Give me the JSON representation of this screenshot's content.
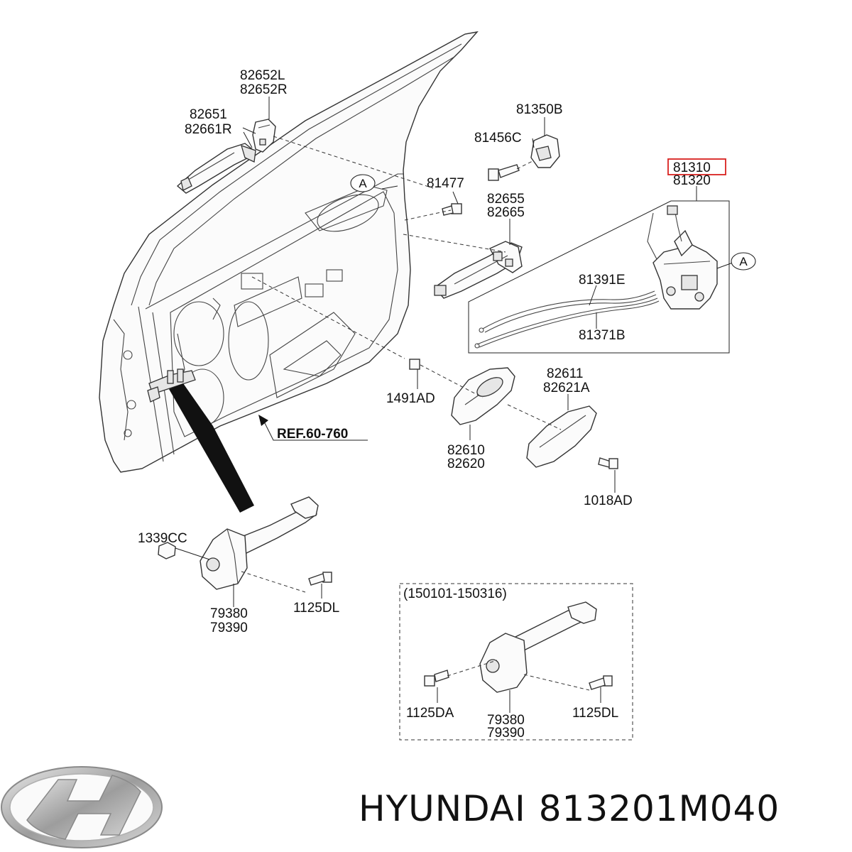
{
  "labels": {
    "p82652": [
      "82652L",
      "82652R"
    ],
    "p82651": [
      "82651",
      "82661R"
    ],
    "p81350B": "81350B",
    "p81456C": "81456C",
    "p81477": "81477",
    "p82655": [
      "82655",
      "82665"
    ],
    "p81310": "81310",
    "p81320": "81320",
    "p81391E": "81391E",
    "p81371B": "81371B",
    "p1491AD": "1491AD",
    "p82611": [
      "82611",
      "82621A"
    ],
    "p82610": [
      "82610",
      "82620"
    ],
    "p1018AD": "1018AD",
    "ref": "REF.60-760",
    "p1339CC": "1339CC",
    "p79380": [
      "79380",
      "79390"
    ],
    "p1125DL": "1125DL",
    "inset_range": "(150101-150316)",
    "p1125DA": "1125DA",
    "inset_79380": [
      "79380",
      "79390"
    ],
    "inset_1125DL": "1125DL",
    "callout_a": "A"
  },
  "highlight": {
    "part": "81310",
    "color": "#d9211f"
  },
  "brand": {
    "name": "HYUNDAI",
    "part_number": "813201M040",
    "logo_color": "#9a9a9a"
  }
}
